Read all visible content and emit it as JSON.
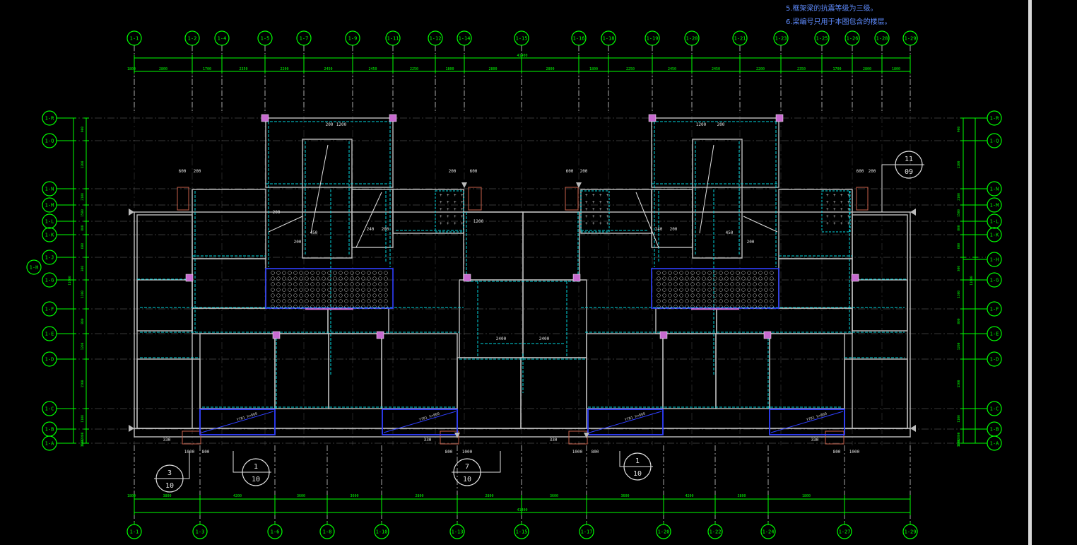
{
  "notes": [
    "5.框架梁的抗震等级为三级。",
    "6.梁编号只用于本图包含的楼层。"
  ],
  "axes_top": [
    "1-1",
    "1-2",
    "1-4",
    "1-5",
    "1-7",
    "1-9",
    "1-11",
    "1-12",
    "1-14",
    "1-15",
    "1-16",
    "1-18",
    "1-19",
    "1-20",
    "1-21",
    "1-23",
    "1-25",
    "1-26",
    "1-28",
    "1-29"
  ],
  "axes_bottom": [
    "1-1",
    "1-3",
    "1-6",
    "1-8",
    "1-10",
    "1-13",
    "1-15",
    "1-17",
    "1-20",
    "1-22",
    "1-24",
    "1-27",
    "1-29"
  ],
  "axes_left": [
    "1-R",
    "1-Q",
    "1-N",
    "1-M",
    "1-L",
    "1-K",
    "1-J",
    "1-G",
    "1-F",
    "1-E",
    "1-D",
    "1-C",
    "1-B",
    "1-A"
  ],
  "axes_right": [
    "1-R",
    "1-Q",
    "1-N",
    "1-M",
    "1-L",
    "1-K",
    "1-H",
    "1-G",
    "1-F",
    "1-E",
    "1-D",
    "1-C",
    "1-B",
    "1-A"
  ],
  "axis_extra_left": "1-H",
  "dims": {
    "top_total": "41400",
    "bottom_total": "41400",
    "top_segments": [
      "1800",
      "2800",
      "1700",
      "2350",
      "2200",
      "2450",
      "2450",
      "2250",
      "1800",
      "2800",
      "2800",
      "1800",
      "2250",
      "2450",
      "2450",
      "2200",
      "2350",
      "1700",
      "2800",
      "1800"
    ],
    "bottom_segments": [
      "1800",
      "3800",
      "4200",
      "3600",
      "3600",
      "2800",
      "2800",
      "3600",
      "3600",
      "4200",
      "3800",
      "1800"
    ],
    "left_segments": [
      "900",
      "1200",
      "2100",
      "1500",
      "800",
      "600",
      "300",
      "1100",
      "800",
      "1200",
      "1500",
      "1100",
      "2800",
      "1100",
      "600"
    ],
    "detail": [
      "600",
      "200",
      "200",
      "1200",
      "200",
      "600",
      "200",
      "450",
      "200",
      "240",
      "200",
      "1200",
      "2400",
      "2400",
      "600",
      "200",
      "1200",
      "200",
      "450",
      "200",
      "240",
      "200",
      "600",
      "200",
      "330",
      "1000",
      "800",
      "330",
      "800",
      "1000",
      "330",
      "1000",
      "800",
      "330",
      "800",
      "1000"
    ],
    "left_total": "11600"
  },
  "callouts": [
    {
      "top": "3",
      "bottom": "10"
    },
    {
      "top": "1",
      "bottom": "10"
    },
    {
      "top": "7",
      "bottom": "10"
    },
    {
      "top": "1",
      "bottom": "10"
    },
    {
      "top": "11",
      "bottom": "09"
    }
  ],
  "box_labels": [
    "YTB1 h=800",
    "YTB1 h=800",
    "YTB1 h=800",
    "YTB1 h=800"
  ],
  "colors": {
    "background": "#000000",
    "axis_green": "#00ff00",
    "wall_grey": "#bfbfbf",
    "beam_cyan": "#00d7e0",
    "column_magenta": "#c86ad0",
    "slab_blue": "#2f3fff",
    "note_blue": "#5f8cff",
    "axis_dash": "#cfcfcf"
  }
}
